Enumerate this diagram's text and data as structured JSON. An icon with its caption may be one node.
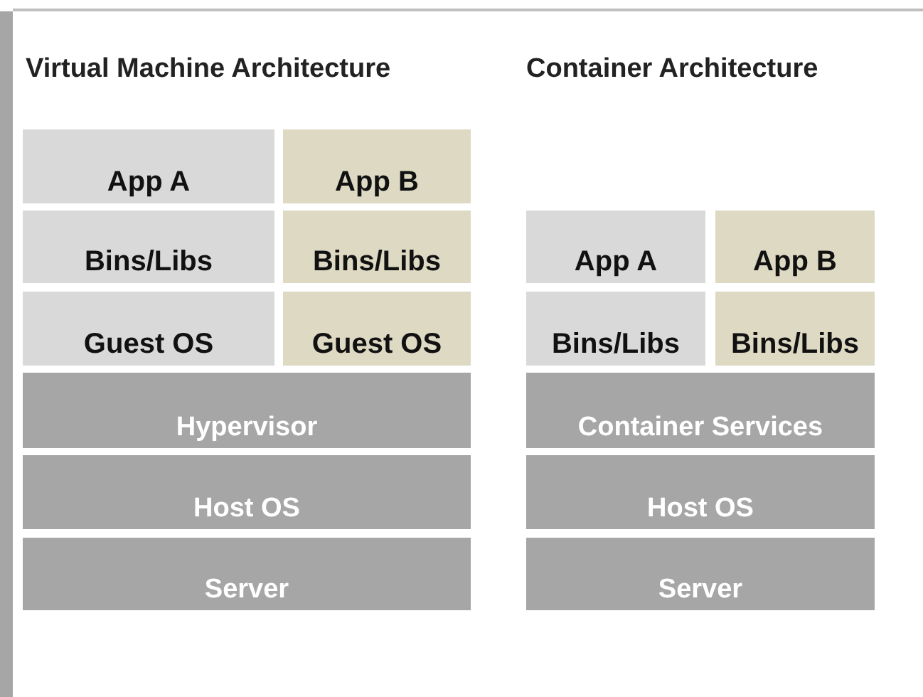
{
  "diagram": {
    "nodes": [
      {
        "text": [
          "App A"
        ]
      },
      {
        "text": [
          "App B"
        ]
      },
      {
        "text": [
          "Bins/Libs"
        ]
      },
      {
        "text": [
          "Bins/Libs"
        ]
      },
      {
        "text": [
          "App A"
        ]
      },
      {
        "text": [
          "App B"
        ]
      },
      {
        "text": [
          "Guest OS"
        ]
      },
      {
        "text": [
          "Guest OS"
        ]
      },
      {
        "text": [
          "Bins/Libs"
        ]
      },
      {
        "text": [
          "Bins/Libs"
        ]
      },
      {
        "text": [
          "Hypervisor"
        ]
      },
      {
        "text": [
          "Container Services"
        ]
      },
      {
        "text": [
          "Host OS"
        ]
      },
      {
        "text": [
          "Host OS"
        ]
      },
      {
        "text": [
          "Server"
        ]
      },
      {
        "text": [
          "Server"
        ]
      }
    ],
    "labels": [
      "Virtual Machine Architecture",
      "Container Architecture"
    ]
  }
}
